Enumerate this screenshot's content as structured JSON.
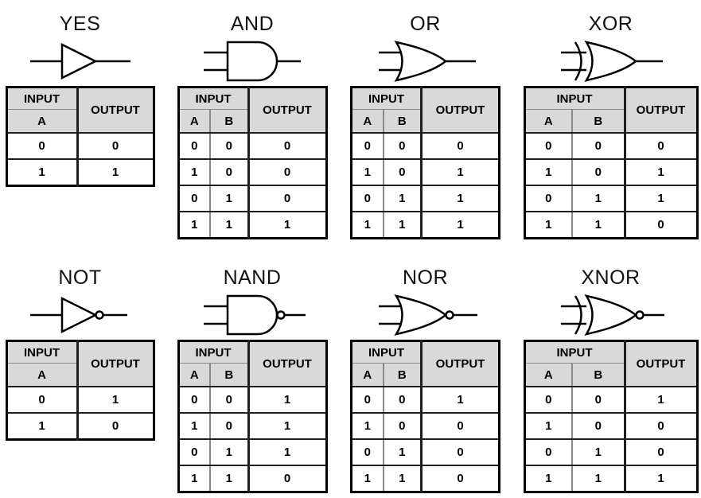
{
  "labels": {
    "input": "INPUT",
    "output": "OUTPUT",
    "col_a": "A",
    "col_b": "B"
  },
  "colors": {
    "header_fill": "#d9d9d9",
    "border_dark": "#000000",
    "border_gray": "#8a8a8a",
    "gate_line": "#000000",
    "background": "#ffffff"
  },
  "gates": [
    {
      "name": "YES",
      "inputs": 1,
      "icon": "buffer-gate-icon",
      "rows": [
        [
          "0",
          "0"
        ],
        [
          "1",
          "1"
        ]
      ]
    },
    {
      "name": "AND",
      "inputs": 2,
      "icon": "and-gate-icon",
      "rows": [
        [
          "0",
          "0",
          "0"
        ],
        [
          "1",
          "0",
          "0"
        ],
        [
          "0",
          "1",
          "0"
        ],
        [
          "1",
          "1",
          "1"
        ]
      ]
    },
    {
      "name": "OR",
      "inputs": 2,
      "icon": "or-gate-icon",
      "rows": [
        [
          "0",
          "0",
          "0"
        ],
        [
          "1",
          "0",
          "1"
        ],
        [
          "0",
          "1",
          "1"
        ],
        [
          "1",
          "1",
          "1"
        ]
      ]
    },
    {
      "name": "XOR",
      "inputs": 2,
      "icon": "xor-gate-icon",
      "rows": [
        [
          "0",
          "0",
          "0"
        ],
        [
          "1",
          "0",
          "1"
        ],
        [
          "0",
          "1",
          "1"
        ],
        [
          "1",
          "1",
          "0"
        ]
      ]
    },
    {
      "name": "NOT",
      "inputs": 1,
      "icon": "not-gate-icon",
      "rows": [
        [
          "0",
          "1"
        ],
        [
          "1",
          "0"
        ]
      ]
    },
    {
      "name": "NAND",
      "inputs": 2,
      "icon": "nand-gate-icon",
      "rows": [
        [
          "0",
          "0",
          "1"
        ],
        [
          "1",
          "0",
          "1"
        ],
        [
          "0",
          "1",
          "1"
        ],
        [
          "1",
          "1",
          "0"
        ]
      ]
    },
    {
      "name": "NOR",
      "inputs": 2,
      "icon": "nor-gate-icon",
      "rows": [
        [
          "0",
          "0",
          "1"
        ],
        [
          "1",
          "0",
          "0"
        ],
        [
          "0",
          "1",
          "0"
        ],
        [
          "1",
          "1",
          "0"
        ]
      ]
    },
    {
      "name": "XNOR",
      "inputs": 2,
      "icon": "xnor-gate-icon",
      "rows": [
        [
          "0",
          "0",
          "1"
        ],
        [
          "1",
          "0",
          "0"
        ],
        [
          "0",
          "1",
          "0"
        ],
        [
          "1",
          "1",
          "1"
        ]
      ]
    }
  ]
}
